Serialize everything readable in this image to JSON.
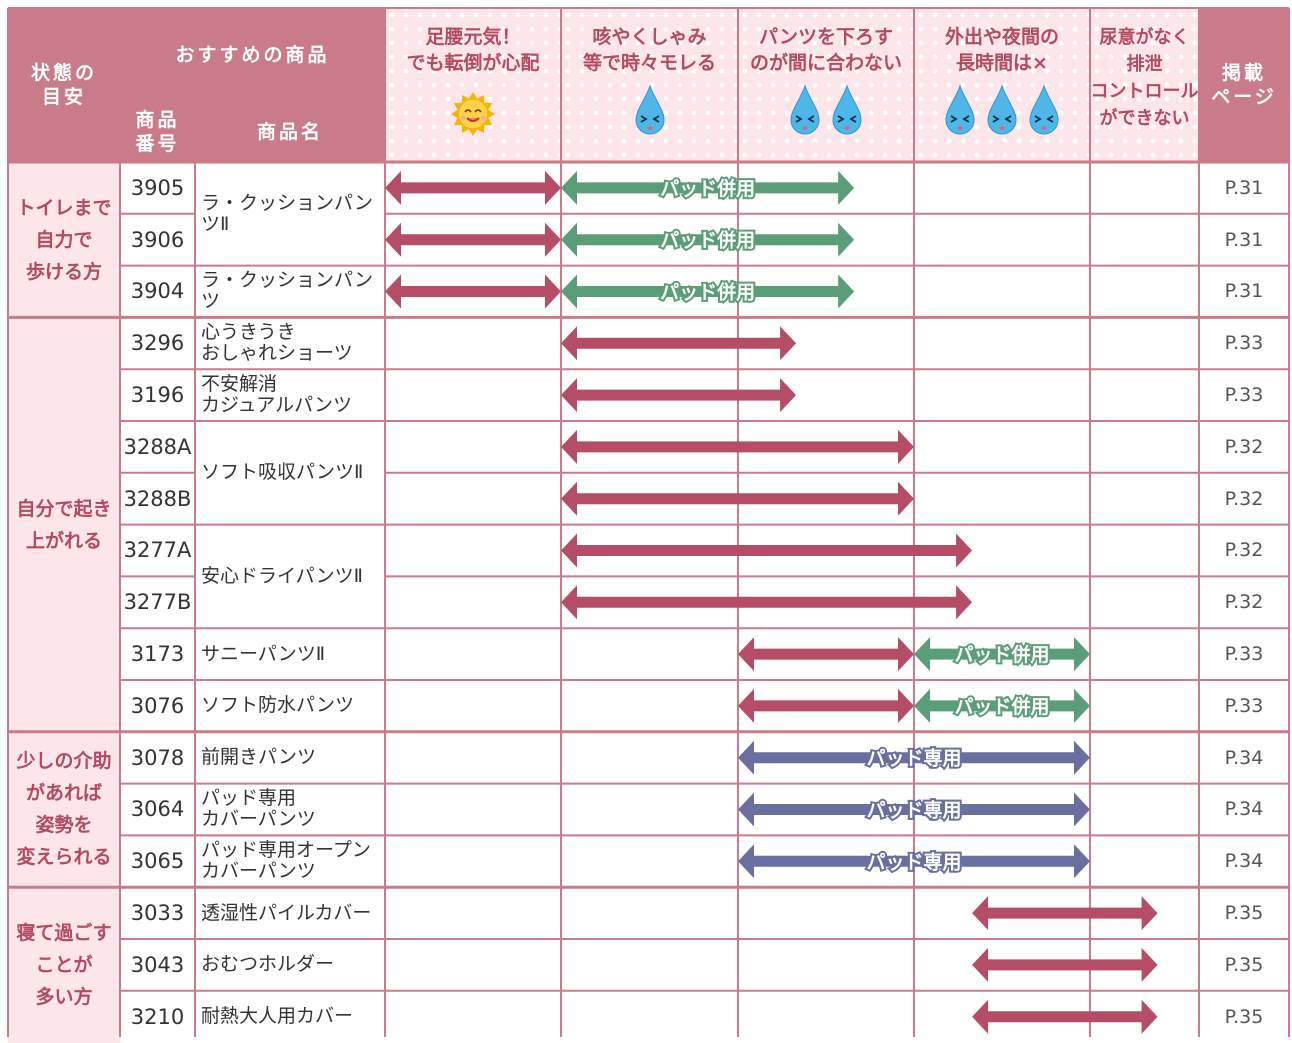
{
  "header": {
    "condition_label": "状態の\n目安",
    "recommended_label": "おすすめの商品",
    "code_label": "商品\n番号",
    "name_label": "商品名",
    "page_label": "掲載\nページ",
    "symptoms": [
      {
        "text": "足腰元気！\nでも転倒が心配",
        "icon": "sun-icon",
        "drops": 0
      },
      {
        "text": "咳やくしゃみ\n等で時々モレる",
        "icon": "drop-icon",
        "drops": 1
      },
      {
        "text": "パンツを下ろす\nのが間に合わない",
        "icon": "drop-icon",
        "drops": 2
      },
      {
        "text": "外出や夜間の\n長時間は×",
        "icon": "drop-icon",
        "drops": 3
      },
      {
        "text": "尿意がなく\n排泄\nコントロール\nができない",
        "icon": "",
        "drops": 0
      }
    ]
  },
  "groups": [
    {
      "label": "トイレまで\n自力で\n歩ける方"
    },
    {
      "label": "自分で起き\n上がれる"
    },
    {
      "label": "少しの介助\nがあれば\n姿勢を\n変えられる"
    },
    {
      "label": "寝て過ごす\nことが\n多い方"
    }
  ],
  "names": [
    {
      "text": "ラ・クッションパンツⅡ"
    },
    {
      "text": "ラ・クッションパンツ"
    },
    {
      "text": "心うきうき\nおしゃれショーツ"
    },
    {
      "text": "不安解消\nカジュアルパンツ"
    },
    {
      "text": "ソフト吸収パンツⅡ"
    },
    {
      "text": "安心ドライパンツⅡ"
    },
    {
      "text": "サニーパンツⅡ"
    },
    {
      "text": "ソフト防水パンツ"
    },
    {
      "text": "前開きパンツ"
    },
    {
      "text": "パッド専用\nカバーパンツ"
    },
    {
      "text": "パッド専用オープン\nカバーパンツ"
    },
    {
      "text": "透湿性パイルカバー"
    },
    {
      "text": "おむつホルダー"
    },
    {
      "text": "耐熱大人用カバー"
    }
  ],
  "rows": [
    {
      "code": "3905",
      "page": "P.31",
      "arrows": [
        {
          "from": 1,
          "to": 2,
          "color": "crimson",
          "label": ""
        },
        {
          "from": 2,
          "to": 3.66,
          "color": "green",
          "label": "パッド併用"
        }
      ]
    },
    {
      "code": "3906",
      "page": "P.31",
      "arrows": [
        {
          "from": 1,
          "to": 2,
          "color": "crimson",
          "label": ""
        },
        {
          "from": 2,
          "to": 3.66,
          "color": "green",
          "label": "パッド併用"
        }
      ]
    },
    {
      "code": "3904",
      "page": "P.31",
      "arrows": [
        {
          "from": 1,
          "to": 2,
          "color": "crimson",
          "label": ""
        },
        {
          "from": 2,
          "to": 3.66,
          "color": "green",
          "label": "パッド併用"
        }
      ]
    },
    {
      "code": "3296",
      "page": "P.33",
      "arrows": [
        {
          "from": 2,
          "to": 3.33,
          "color": "crimson",
          "label": ""
        }
      ]
    },
    {
      "code": "3196",
      "page": "P.33",
      "arrows": [
        {
          "from": 2,
          "to": 3.33,
          "color": "crimson",
          "label": ""
        }
      ]
    },
    {
      "code": "3288A",
      "page": "P.32",
      "arrows": [
        {
          "from": 2,
          "to": 4,
          "color": "crimson",
          "label": ""
        }
      ]
    },
    {
      "code": "3288B",
      "page": "P.32",
      "arrows": [
        {
          "from": 2,
          "to": 4,
          "color": "crimson",
          "label": ""
        }
      ]
    },
    {
      "code": "3277A",
      "page": "P.32",
      "arrows": [
        {
          "from": 2,
          "to": 4.33,
          "color": "crimson",
          "label": ""
        }
      ]
    },
    {
      "code": "3277B",
      "page": "P.32",
      "arrows": [
        {
          "from": 2,
          "to": 4.33,
          "color": "crimson",
          "label": ""
        }
      ]
    },
    {
      "code": "3173",
      "page": "P.33",
      "arrows": [
        {
          "from": 3,
          "to": 4,
          "color": "crimson",
          "label": ""
        },
        {
          "from": 4,
          "to": 5,
          "color": "green",
          "label": "パッド併用"
        }
      ]
    },
    {
      "code": "3076",
      "page": "P.33",
      "arrows": [
        {
          "from": 3,
          "to": 4,
          "color": "crimson",
          "label": ""
        },
        {
          "from": 4,
          "to": 5,
          "color": "green",
          "label": "パッド併用"
        }
      ]
    },
    {
      "code": "3078",
      "page": "P.34",
      "arrows": [
        {
          "from": 3,
          "to": 5,
          "color": "navy",
          "label": "パッド専用"
        }
      ]
    },
    {
      "code": "3064",
      "page": "P.34",
      "arrows": [
        {
          "from": 3,
          "to": 5,
          "color": "navy",
          "label": "パッド専用"
        }
      ]
    },
    {
      "code": "3065",
      "page": "P.34",
      "arrows": [
        {
          "from": 3,
          "to": 5,
          "color": "navy",
          "label": "パッド専用"
        }
      ]
    },
    {
      "code": "3033",
      "page": "P.35",
      "arrows": [
        {
          "from": 4.33,
          "to": 5.62,
          "color": "crimson",
          "label": ""
        }
      ]
    },
    {
      "code": "3043",
      "page": "P.35",
      "arrows": [
        {
          "from": 4.33,
          "to": 5.62,
          "color": "crimson",
          "label": ""
        }
      ]
    },
    {
      "code": "3210",
      "page": "P.35",
      "arrows": [
        {
          "from": 4.33,
          "to": 5.62,
          "color": "crimson",
          "label": ""
        }
      ]
    }
  ],
  "colors": {
    "header_bg": "#c97b8a",
    "grid_line": "#c97b8a",
    "group_bg": "#fde6ea",
    "group_text": "#b4495f",
    "crimson": "#b64d67",
    "green": "#5a9e79",
    "navy": "#6a6f9f"
  }
}
